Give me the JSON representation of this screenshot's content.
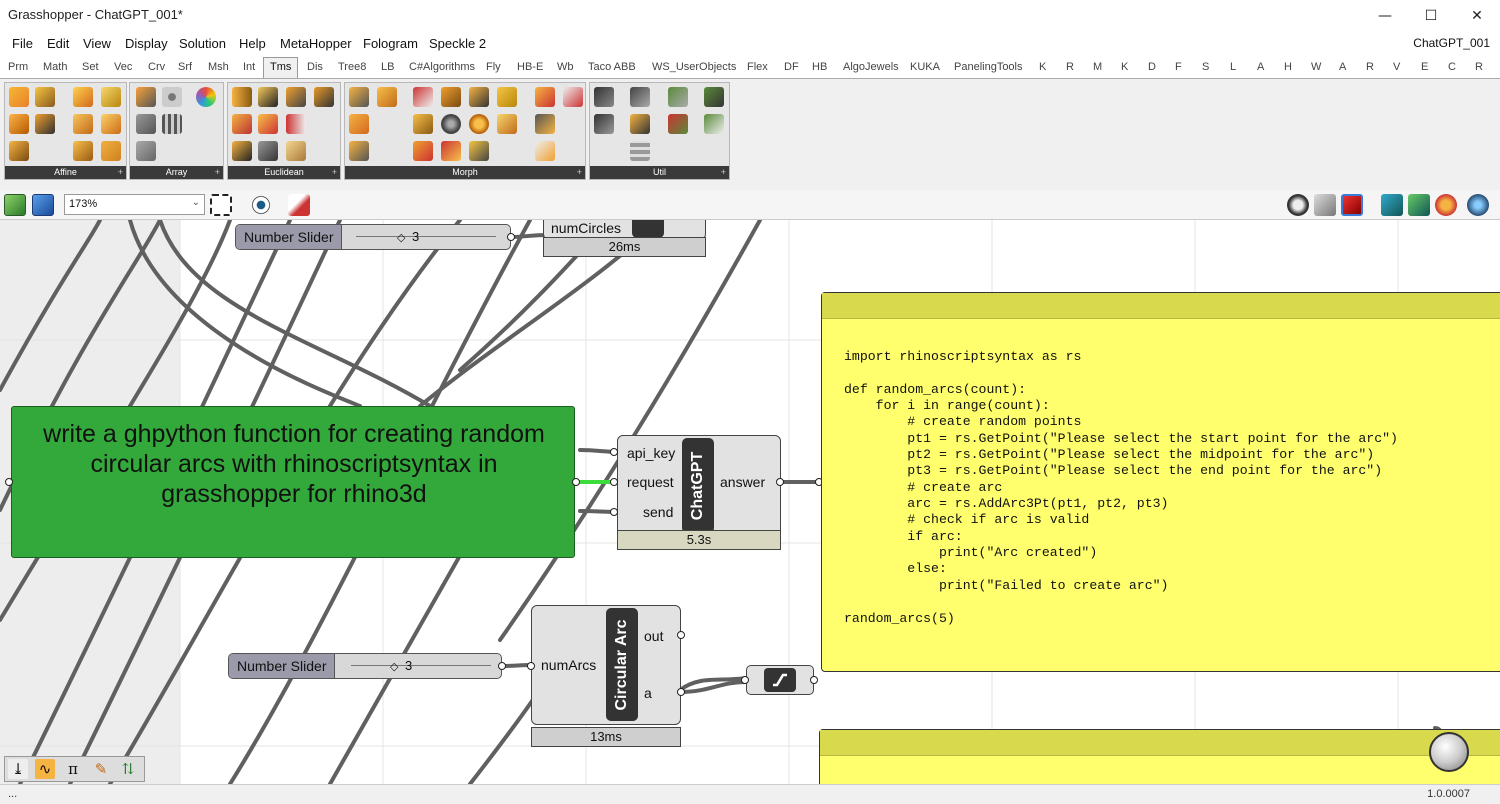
{
  "window": {
    "title": "Grasshopper - ChatGPT_001*",
    "minimize": "—",
    "maximize": "☐",
    "close": "✕"
  },
  "menu": {
    "items": [
      "File",
      "Edit",
      "View",
      "Display",
      "Solution",
      "Help",
      "MetaHopper",
      "Fologram",
      "Speckle 2"
    ],
    "document": "ChatGPT_001"
  },
  "tabs": [
    "Prm",
    "Math",
    "Set",
    "Vec",
    "Crv",
    "Srf",
    "Msh",
    "Int",
    "Tms",
    "Dis",
    "Tree8",
    "LB",
    "C#Algorithms",
    "Fly",
    "HB-E",
    "Wb",
    "Taco ABB",
    "WS_UserObjects",
    "Flex",
    "DF",
    "HB",
    "AlgoJewels",
    "KUKA",
    "PanelingTools",
    "K",
    "R",
    "M",
    "K",
    "D",
    "F",
    "S",
    "L",
    "A",
    "H",
    "W",
    "A",
    "R",
    "V",
    "E",
    "C",
    "R"
  ],
  "active_tab": "Tms",
  "ribbon": {
    "panels": [
      "Affine",
      "Array",
      "Euclidean",
      "Morph",
      "Util"
    ]
  },
  "toolbar": {
    "zoom": "173%"
  },
  "canvas": {
    "slider_top": {
      "label": "Number Slider",
      "value": "3"
    },
    "num_circles": {
      "input": "numCircles",
      "time": "26ms"
    },
    "prompt_panel": {
      "text": "write a ghpython function for creating random circular arcs with rhinoscriptsyntax in grasshopper for rhino3d"
    },
    "chatgpt": {
      "inputs": [
        "api_key",
        "request",
        "send"
      ],
      "name": "ChatGPT",
      "output": "answer",
      "time": "5.3s"
    },
    "answer_panel": {
      "index": "0",
      "code": "import rhinoscriptsyntax as rs\n\ndef random_arcs(count):\n    for i in range(count):\n        # create random points\n        pt1 = rs.GetPoint(\"Please select the start point for the arc\")\n        pt2 = rs.GetPoint(\"Please select the midpoint for the arc\")\n        pt3 = rs.GetPoint(\"Please select the end point for the arc\")\n        # create arc\n        arc = rs.AddArc3Pt(pt1, pt2, pt3)\n        # check if arc is valid\n        if arc:\n            print(\"Arc created\")\n        else:\n            print(\"Failed to create arc\")\n\nrandom_arcs(5)"
    },
    "slider_bottom": {
      "label": "Number Slider",
      "value": "3"
    },
    "circular_arc": {
      "input": "numArcs",
      "name": "Circular Arc",
      "outputs": [
        "out",
        "a"
      ],
      "time": "13ms"
    }
  },
  "bottom_tools": [
    "⤓",
    "∿",
    "π",
    "✎",
    "⇅"
  ],
  "status": {
    "left": "...",
    "version": "1.0.0007"
  },
  "colors": {
    "prompt_panel": "#34a93b",
    "answer_panel": "#ffff6e",
    "component": "#e2e2e2",
    "component_core": "#333333"
  }
}
